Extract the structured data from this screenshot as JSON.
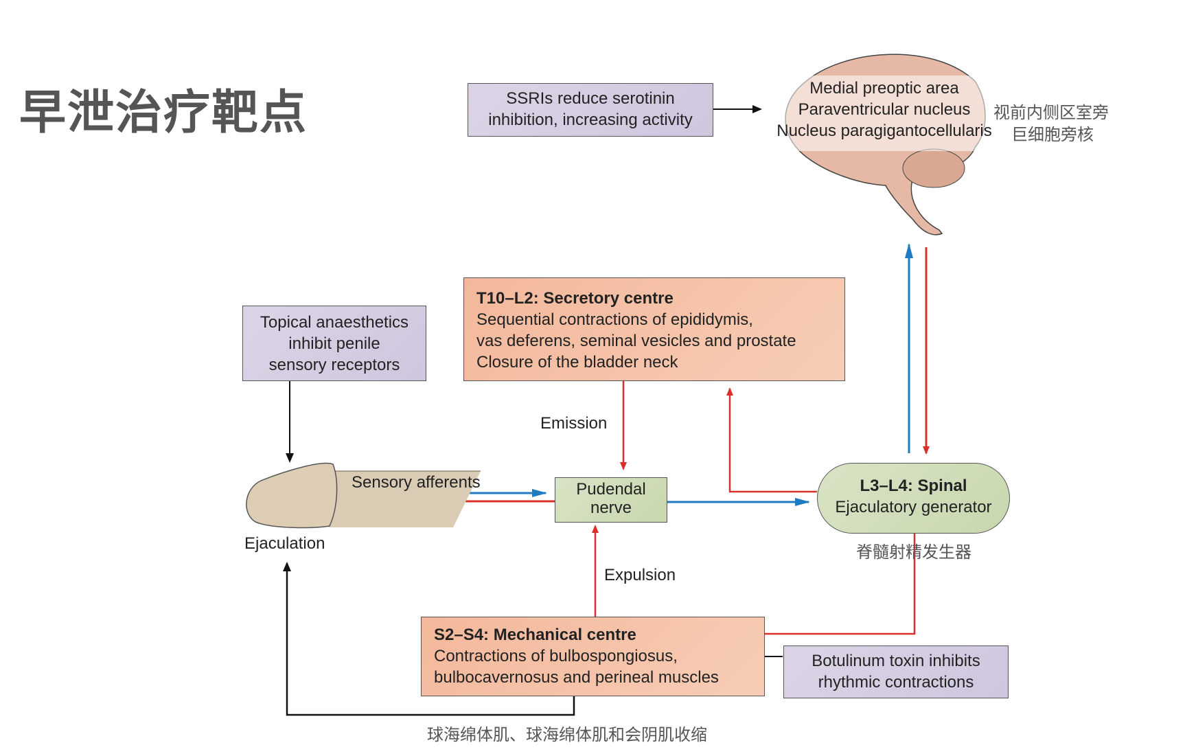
{
  "slide_title": "早泄治疗靶点",
  "ssri_box": {
    "lines": [
      "SSRIs reduce serotinin",
      "inhibition, increasing activity"
    ]
  },
  "brain": {
    "lines": [
      "Medial preoptic area",
      "Paraventricular nucleus",
      "Nucleus paragigantocellularis"
    ],
    "cn_lines": [
      "视前内侧区室旁",
      "巨细胞旁核"
    ]
  },
  "secretory_box": {
    "heading": "T10–L2: Secretory centre",
    "lines": [
      "Sequential contractions of epididymis,",
      "vas deferens, seminal vesicles and prostate",
      "Closure of the bladder neck"
    ]
  },
  "topical_box": {
    "lines": [
      "Topical anaesthetics",
      "inhibit penile",
      "sensory receptors"
    ]
  },
  "labels": {
    "emission": "Emission",
    "sensory_afferents": "Sensory afferents",
    "ejaculation": "Ejaculation",
    "expulsion": "Expulsion"
  },
  "pudendal_box": {
    "lines": [
      "Pudendal",
      "nerve"
    ]
  },
  "spinal_box": {
    "heading": "L3–L4: Spinal",
    "line": "Ejaculatory generator",
    "cn": "脊髓射精发生器"
  },
  "mechanical_box": {
    "heading": "S2–S4: Mechanical centre",
    "lines": [
      "Contractions of bulbospongiosus,",
      "bulbocavernosus and perineal muscles"
    ],
    "cn": "球海绵体肌、球海绵体肌和会阴肌收缩"
  },
  "botulinum_box": {
    "lines": [
      "Botulinum toxin inhibits",
      "rhythmic contractions"
    ]
  },
  "colors": {
    "red_arrow": "#d9302a",
    "blue_arrow": "#1f7bc1",
    "black_arrow": "#111111"
  }
}
